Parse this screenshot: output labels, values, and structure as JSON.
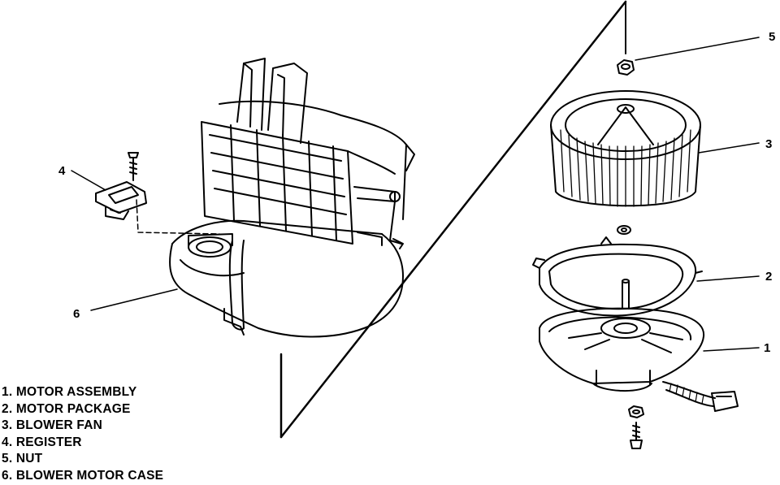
{
  "callouts": [
    {
      "id": "1",
      "label": "1"
    },
    {
      "id": "2",
      "label": "2"
    },
    {
      "id": "3",
      "label": "3"
    },
    {
      "id": "4",
      "label": "4"
    },
    {
      "id": "5",
      "label": "5"
    },
    {
      "id": "6",
      "label": "6"
    }
  ],
  "legend": [
    {
      "number": "1",
      "text": "1. MOTOR ASSEMBLY"
    },
    {
      "number": "2",
      "text": "2. MOTOR PACKAGE"
    },
    {
      "number": "3",
      "text": "3. BLOWER FAN"
    },
    {
      "number": "4",
      "text": "4. REGISTER"
    },
    {
      "number": "5",
      "text": "5. NUT"
    },
    {
      "number": "6",
      "text": "6. BLOWER MOTOR CASE"
    }
  ],
  "colors": {
    "line": "#000000",
    "background": "#ffffff"
  }
}
